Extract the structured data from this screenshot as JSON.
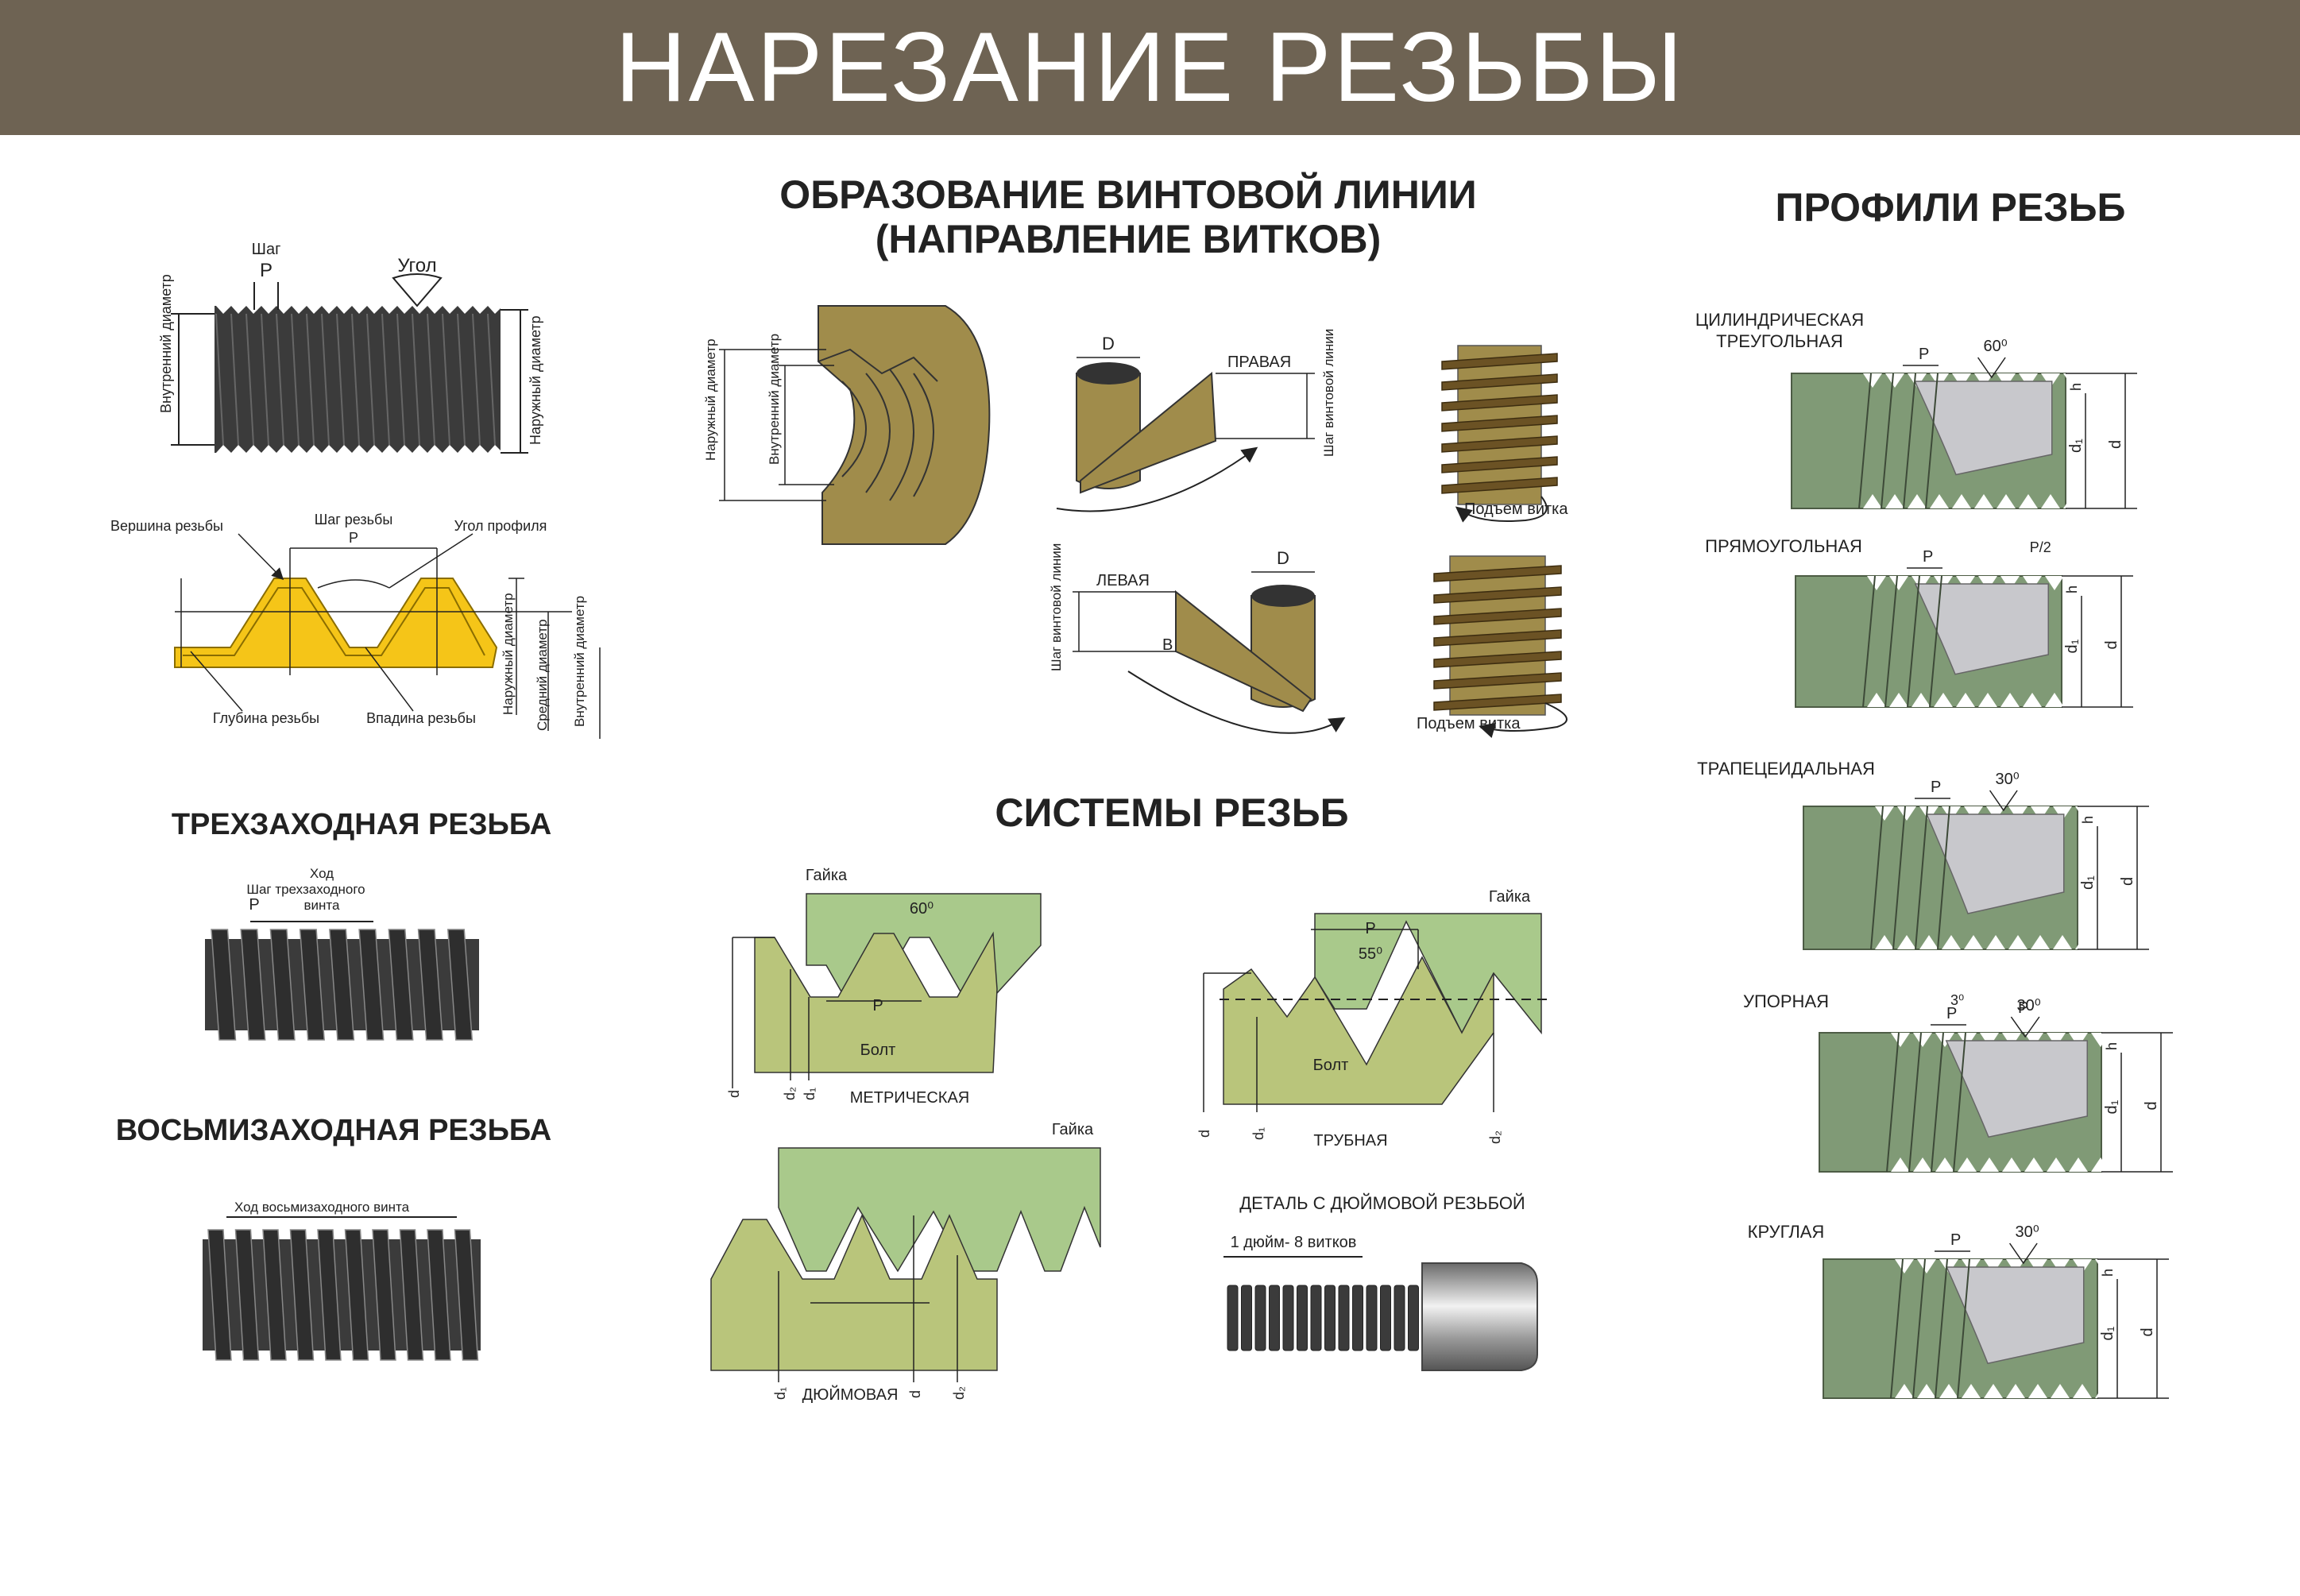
{
  "title": "НАРЕЗАНИЕ РЕЗЬБЫ",
  "colors": {
    "header": "#6e6353",
    "dark_thread": "#3b3b3b",
    "yellow": "#f5c518",
    "olive": "#a08c4b",
    "green": "#809a76",
    "light_green": "#a9c98b",
    "bolt_green": "#b9c57b",
    "grey": "#c8c8cc"
  },
  "sections": {
    "helix": "ОБРАЗОВАНИЕ ВИНТОВОЙ ЛИНИИ",
    "helix2": "(НАПРАВЛЕНИЕ ВИТКОВ)",
    "profiles": "ПРОФИЛИ РЕЗЬБ",
    "triple": "ТРЕХЗАХОДНАЯ РЕЗЬБА",
    "eight": "ВОСЬМИЗАХОДНАЯ РЕЗЬБА",
    "systems": "СИСТЕМЫ РЕЗЬБ"
  },
  "bolt1": {
    "step": "Шаг",
    "p": "P",
    "angle": "Угол",
    "inner": "Внутренний диаметр",
    "outer": "Наружный диаметр"
  },
  "profile1": {
    "top": "Вершина резьбы",
    "step": "Шаг резьбы",
    "p": "P",
    "angle": "Угол профиля",
    "depth": "Глубина резьбы",
    "root": "Впадина резьбы",
    "outer": "Наружный диаметр",
    "mid": "Средний диаметр",
    "inner": "Внутренний диаметр"
  },
  "triple": {
    "hod": "Ход",
    "step": "Шаг трехзаходного",
    "vint": "винта",
    "p": "P"
  },
  "eight": {
    "hod": "Ход восьмизаходного винта"
  },
  "helix": {
    "outer": "Наружный диаметр",
    "inner": "Внутренний диаметр",
    "d": "D",
    "right": "ПРАВАЯ",
    "left": "ЛЕВАЯ",
    "step": "Шаг винтовой линии",
    "b": "B",
    "rise": "Подъем витка"
  },
  "systems": {
    "nut": "Гайка",
    "bolt": "Болт",
    "angle60": "60⁰",
    "angle55": "55⁰",
    "p": "P",
    "metric": "МЕТРИЧЕСКАЯ",
    "pipe": "ТРУБНАЯ",
    "inch": "ДЮЙМОВАЯ",
    "d": "d",
    "d1": "d₁",
    "d2": "d₂",
    "inch_part": "ДЕТАЛЬ С ДЮЙМОВОЙ РЕЗЬБОЙ",
    "inch_note": "1 дюйм- 8 витков"
  },
  "profiles": {
    "cyl": "ЦИЛИНДРИЧЕСКАЯ",
    "cyl2": "ТРЕУГОЛЬНАЯ",
    "rect": "ПРЯМОУГОЛЬНАЯ",
    "trap": "ТРАПЕЦЕИДАЛЬНАЯ",
    "thrust": "УПОРНАЯ",
    "round": "КРУГЛАЯ",
    "a60": "60⁰",
    "a30": "30⁰",
    "a3": "3⁰",
    "p": "P",
    "p2": "P/2",
    "h": "h",
    "d": "d",
    "d1": "d₁"
  }
}
